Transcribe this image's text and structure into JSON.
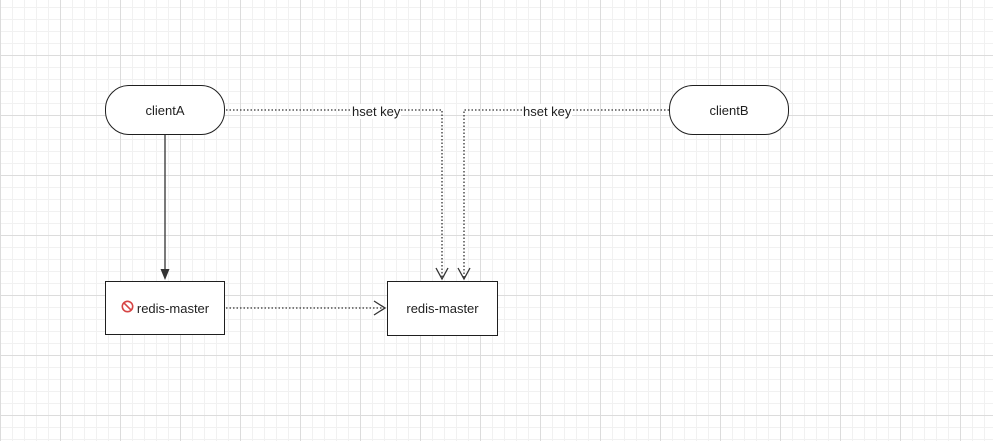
{
  "nodes": {
    "client_a": {
      "label": "clientA"
    },
    "client_b": {
      "label": "clientB"
    },
    "old_master": {
      "label": "redis-master",
      "icon": "blocked-icon"
    },
    "new_master": {
      "label": "redis-master"
    }
  },
  "edges": {
    "client_a_to_new_master": {
      "label": "hset key",
      "style": "dotted"
    },
    "client_b_to_new_master": {
      "label": "hset key",
      "style": "dotted"
    },
    "client_a_to_old_master": {
      "style": "solid"
    },
    "old_master_to_new_master": {
      "style": "dotted"
    }
  },
  "colors": {
    "line": "#333333",
    "blocked": "#d64545"
  }
}
